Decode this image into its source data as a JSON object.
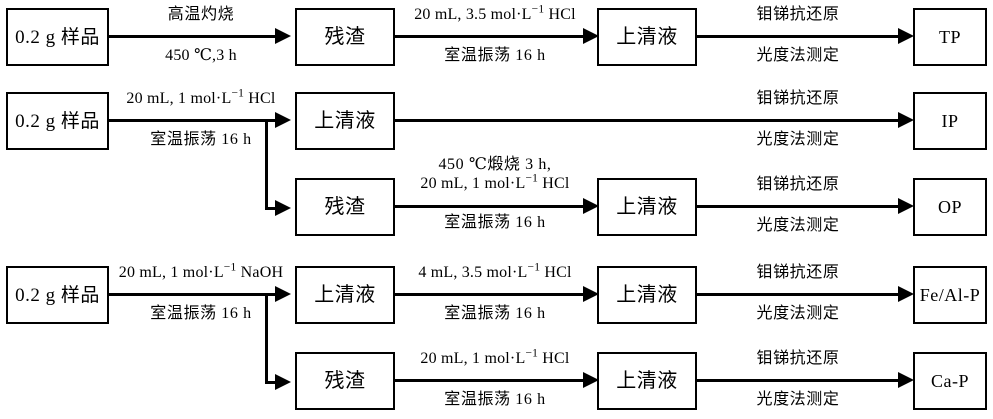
{
  "diagram": {
    "title": "Phosphorus fractionation analytical flowchart",
    "line_color": "#000000",
    "background_color": "#ffffff"
  },
  "nodes": {
    "sample_1": "0.2 g 样品",
    "sample_2": "0.2 g 样品",
    "sample_3": "0.2 g 样品",
    "residue_r1": "残渣",
    "supernatant_r2c2": "上清液",
    "residue_r3": "残渣",
    "supernatant_r4c2": "上清液",
    "residue_r5": "残渣",
    "supernatant_r1c4": "上清液",
    "supernatant_r3c4": "上清液",
    "supernatant_r4c4": "上清液",
    "supernatant_r5c4": "上清液",
    "result_tp": "TP",
    "result_ip": "IP",
    "result_op": "OP",
    "result_fe_al_p": "Fe/Al-P",
    "result_ca_p": "Ca-P"
  },
  "edges": {
    "e1_sample_to_residue": {
      "line1": "高温灼烧",
      "line2": "450 ℃,3 h"
    },
    "e2_residue_to_sup": {
      "line1_a": "20 mL, 3.5 mol·L",
      "line1_sup": "−1",
      "line1_b": " HCl",
      "line2": "室温振荡 16 h"
    },
    "e3_sup_to_tp": {
      "line1": "钼锑抗还原",
      "line2": "光度法测定"
    },
    "e4_sample2_to_sup": {
      "line1_a": "20 mL, 1 mol·L",
      "line1_sup": "−1",
      "line1_b": " HCl",
      "line2": "室温振荡 16 h"
    },
    "e5_sup_to_ip": {
      "line1": "钼锑抗还原",
      "line2": "光度法测定"
    },
    "e6_residue3_to_sup": {
      "line0": "450 ℃煅烧 3 h,",
      "line1_a": "20 mL, 1 mol·L",
      "line1_sup": "−1",
      "line1_b": " HCl",
      "line2": "室温振荡 16 h"
    },
    "e7_sup_to_op": {
      "line1": "钼锑抗还原",
      "line2": "光度法测定"
    },
    "e8_sample3_to_sup": {
      "line1_a": "20 mL, 1 mol·L",
      "line1_sup": "−1",
      "line1_b": " NaOH",
      "line2": "室温振荡 16 h"
    },
    "e9_sup_to_sup": {
      "line1_a": "4 mL, 3.5 mol·L",
      "line1_sup": "−1",
      "line1_b": " HCl",
      "line2": "室温振荡 16 h"
    },
    "e10_sup_to_fealp": {
      "line1": "钼锑抗还原",
      "line2": "光度法测定"
    },
    "e11_residue5_to_sup": {
      "line1_a": "20 mL, 1 mol·L",
      "line1_sup": "−1",
      "line1_b": " HCl",
      "line2": "室温振荡 16 h"
    },
    "e12_sup_to_cap": {
      "line1": "钼锑抗还原",
      "line2": "光度法测定"
    }
  }
}
